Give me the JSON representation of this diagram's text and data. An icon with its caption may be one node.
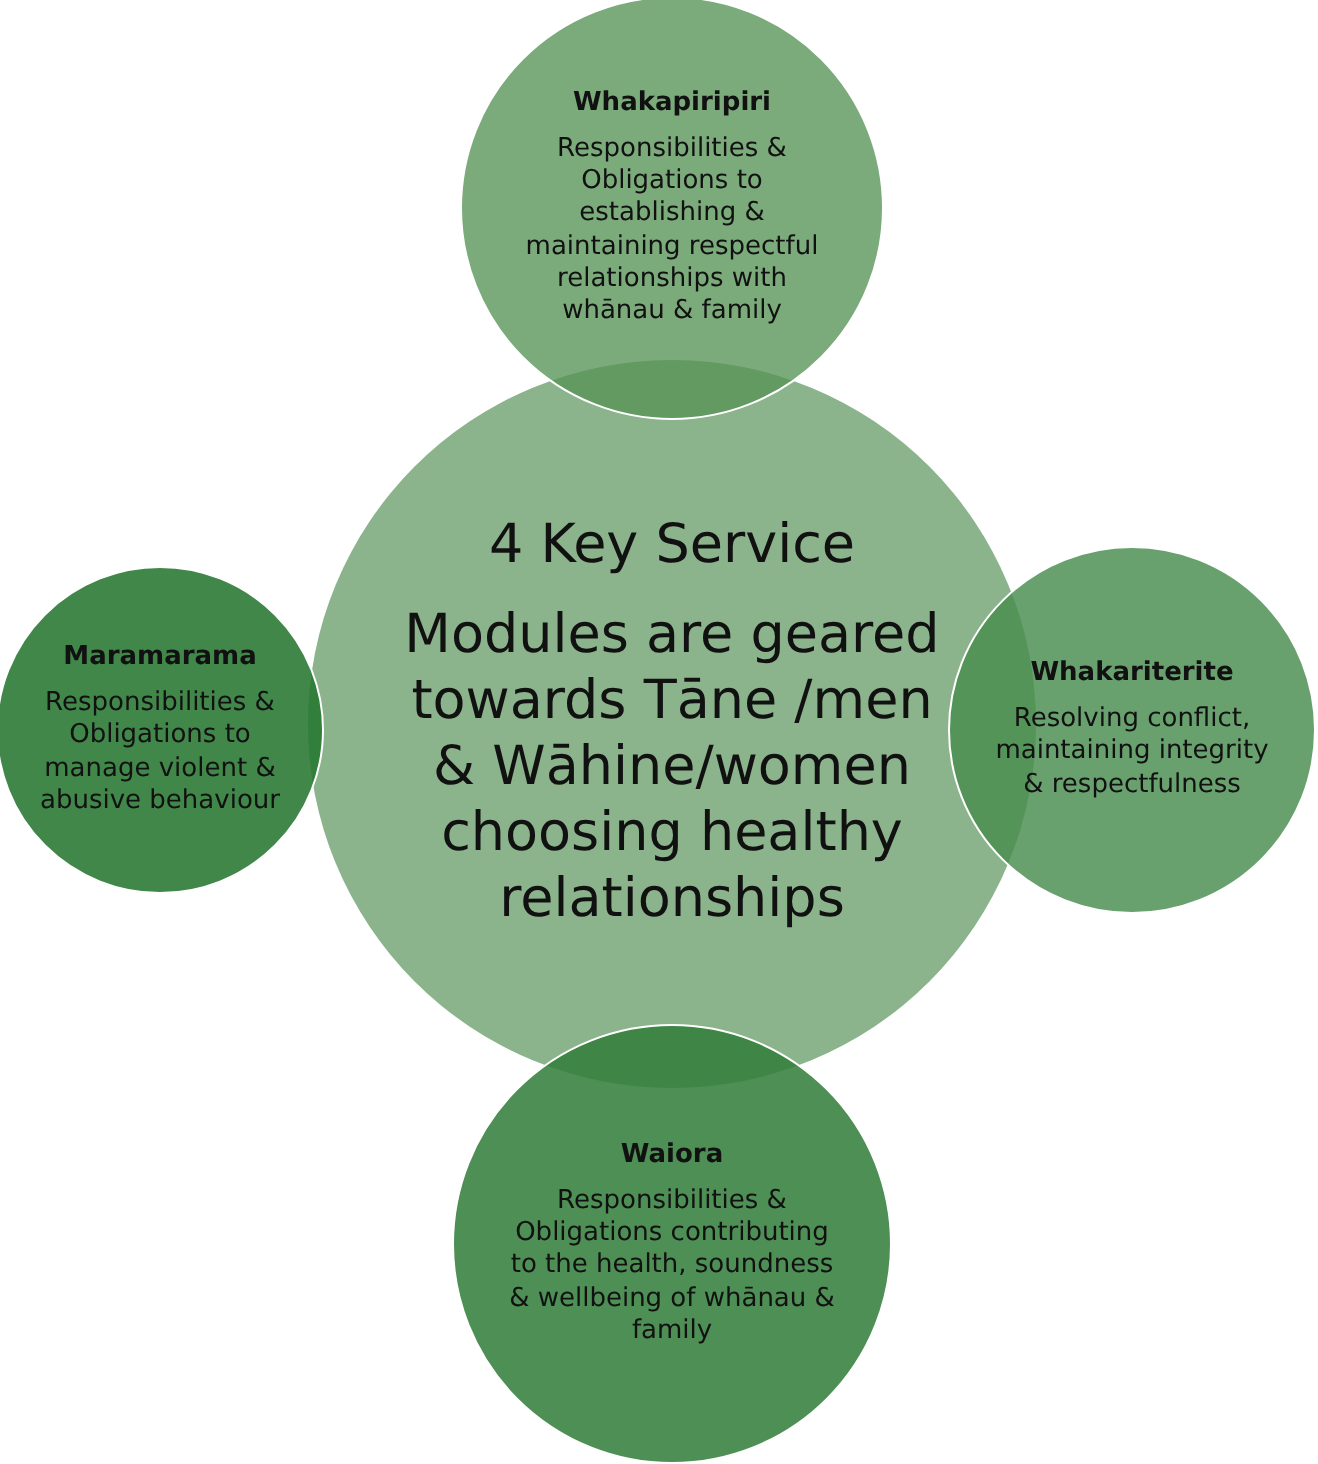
{
  "diagram": {
    "nodes": [
      {
        "text": [
          "Whakapiripiri",
          "Responsibilities & Obligations to establishing & maintaining respectful relationships with whānau & family"
        ]
      },
      {
        "text": [
          "4 Key Service",
          "Modules are geared towards Tāne /men & Wāhine/women choosing healthy relationships"
        ]
      },
      {
        "text": [
          "Maramarama",
          "Responsibilities & Obligations to manage violent & abusive behaviour"
        ]
      },
      {
        "text": [
          "Whakariterite",
          "Resolving conflict, maintaining integrity & respectfulness"
        ]
      },
      {
        "text": [
          "Waiora",
          "Responsibilities & Obligations contributing to the health, soundness & wellbeing of whānau & family"
        ]
      }
    ],
    "edges": []
  }
}
